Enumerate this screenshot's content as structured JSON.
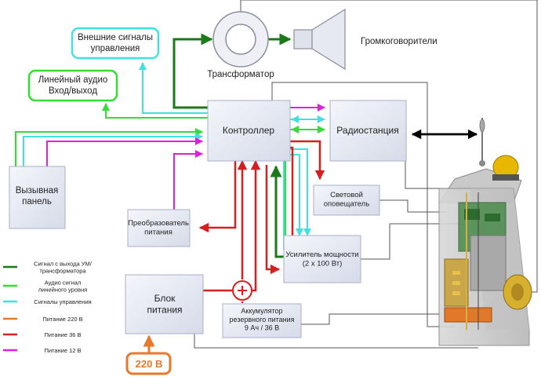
{
  "nodes": {
    "external_signals": "Внешние сигналы\nуправления",
    "line_audio": "Линейный аудио\nВход/выход",
    "transformer": "Трансформатор",
    "speakers": "Громкоговорители",
    "controller": "Контроллер",
    "radio": "Радиостанция",
    "call_panel": "Вызывная\nпанель",
    "light_alarm": "Световой\nоповещатель",
    "converter": "Преобразователь\nпитания",
    "amplifier": "Усилитель мощности\n(2 x 100 Вт)",
    "power_unit": "Блок\nпитания",
    "battery": "Аккумулятор\nрезервного питания\n9 Ач / 36 В",
    "mains": "220 В"
  },
  "legend": [
    {
      "label": "Сигнал с выхода УМ/\nтрансформатора",
      "color": "#1a7a1a"
    },
    {
      "label": "Аудио сигнал\nлинейного уровня",
      "color": "#33dd33"
    },
    {
      "label": "Сигналы управления",
      "color": "#44e0e0"
    },
    {
      "label": "Питание 220 В",
      "color": "#e8782a"
    },
    {
      "label": "Питание 36 В",
      "color": "#d42020"
    },
    {
      "label": "Питание 12 В",
      "color": "#dd22dd"
    }
  ],
  "colors": {
    "box_border": "#a8b0c8",
    "box_fill": "#e4e8f2",
    "dark_green": "#1a7a1a",
    "green": "#33dd33",
    "cyan": "#44e0e0",
    "orange": "#e8782a",
    "red": "#d42020",
    "magenta": "#dd22dd"
  }
}
